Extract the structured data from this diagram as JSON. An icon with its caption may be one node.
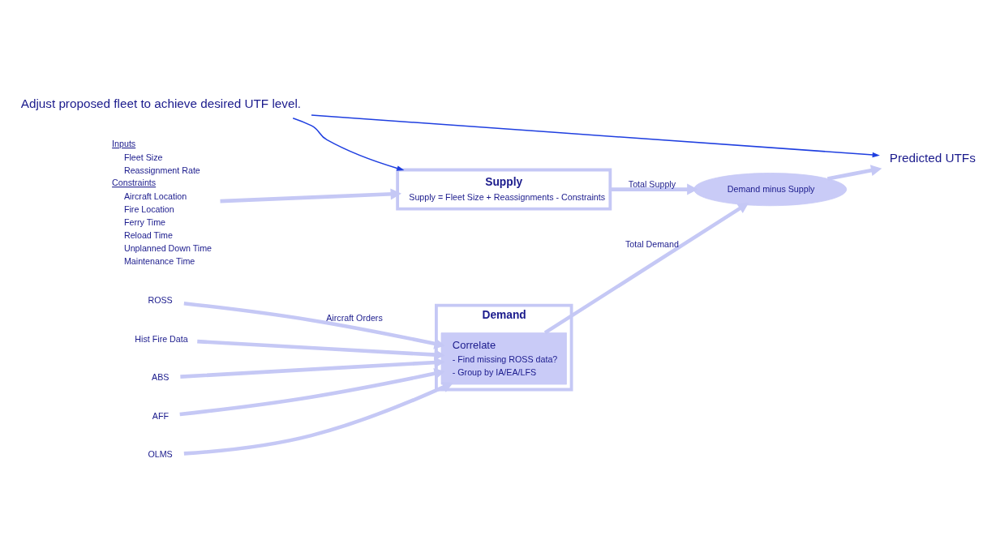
{
  "diagram": {
    "nodes": [
      {
        "text": [
          "Demand"
        ]
      },
      {
        "text": [
          "ROSS"
        ]
      },
      {
        "text": [
          "Hist Fire Data"
        ]
      },
      {
        "text": [
          "ABS"
        ]
      },
      {
        "text": [
          "AFF"
        ]
      },
      {
        "text": [
          "OLMS"
        ]
      },
      {
        "text": [
          "Correlate",
          "- Find missing ROSS data?",
          "- Group by IA/EA/LFS"
        ],
        "in": 0
      },
      {
        "text": [
          "Inputs",
          "Fleet Size",
          "Reassignment Rate",
          "Constraints",
          "Aircraft Location",
          "Fire Location",
          "Ferry Time",
          "Reload Time",
          "Unplanned Down Time",
          "Maintenance Time"
        ]
      },
      {
        "text": [
          "Supply",
          "Supply = Fleet Size + Reassignments - Constraints"
        ]
      },
      {
        "text": [
          "Demand minus Supply"
        ]
      },
      {
        "text": [
          "Predicted UTFs"
        ]
      },
      {
        "text": [
          "Adjust proposed fleet to achieve desired UTF level."
        ]
      }
    ],
    "edges": [
      {
        "from": 1,
        "to": 6,
        "arrow": "to",
        "label": "Aircraft Orders"
      },
      {
        "from": 2,
        "to": 6,
        "arrow": "to"
      },
      {
        "from": 3,
        "to": 6,
        "arrow": "to"
      },
      {
        "from": 4,
        "to": 6,
        "arrow": "to"
      },
      {
        "from": 5,
        "to": 6,
        "arrow": "to"
      },
      {
        "from": 6,
        "to": 9,
        "arrow": "to",
        "label": "Total Demand"
      },
      {
        "from": 7,
        "to": 8,
        "arrow": "to"
      },
      {
        "from": 8,
        "to": 9,
        "arrow": "to",
        "label": "Total Supply"
      },
      {
        "from": 9,
        "to": 10,
        "arrow": "to"
      },
      {
        "from": 11,
        "to": 8,
        "arrow": "to",
        "color": "#1f3fe0"
      },
      {
        "from": 11,
        "to": 10,
        "arrow": "to",
        "color": "#1f3fe0"
      }
    ]
  }
}
